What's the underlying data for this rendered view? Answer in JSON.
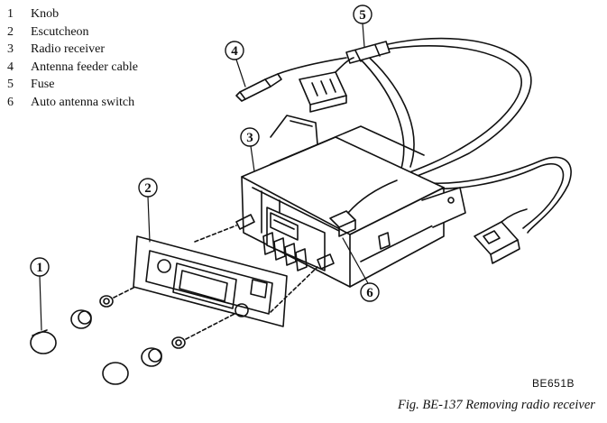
{
  "legend": [
    {
      "num": "1",
      "label": "Knob"
    },
    {
      "num": "2",
      "label": "Escutcheon"
    },
    {
      "num": "3",
      "label": "Radio receiver"
    },
    {
      "num": "4",
      "label": "Antenna feeder cable"
    },
    {
      "num": "5",
      "label": "Fuse"
    },
    {
      "num": "6",
      "label": "Auto antenna switch"
    }
  ],
  "callouts": [
    "1",
    "2",
    "3",
    "4",
    "5",
    "6"
  ],
  "code": "BE651B",
  "caption": "Fig. BE-137  Removing radio receiver"
}
